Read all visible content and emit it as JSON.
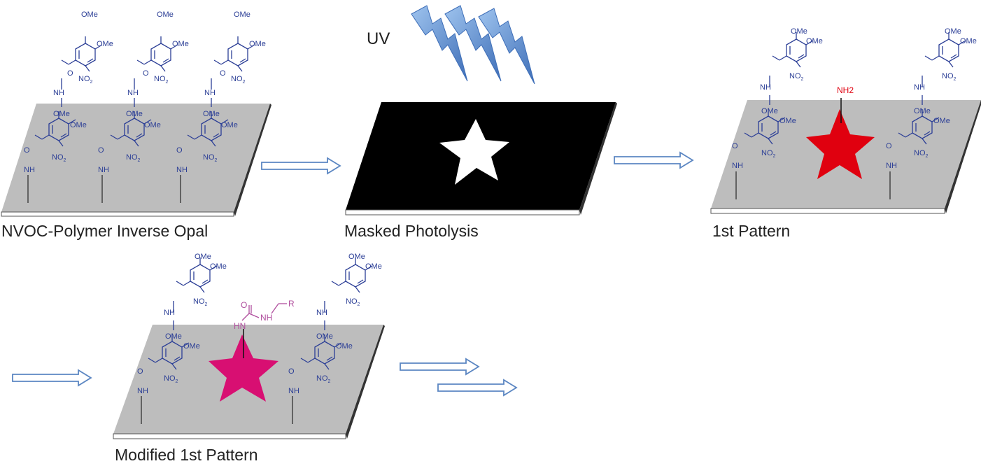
{
  "captions": {
    "panel1": "NVOC-Polymer Inverse Opal",
    "panel2": "Masked Photolysis",
    "panel3": "1st Pattern",
    "panel4": "Modified 1st Pattern"
  },
  "uv_label": "UV",
  "chem_labels": {
    "ome": "OMe",
    "nh": "NH",
    "o": "O",
    "no2_main": "NO",
    "no2_sub": "2",
    "nh2": "NH2",
    "hn": "HN",
    "r": "R"
  },
  "colors": {
    "surface": "#bdbdbd",
    "chem_blue": "#2b3e96",
    "mask": "#000000",
    "star_red": "#e0000f",
    "star_magenta": "#d80f72",
    "urea_purple": "#b04f9e",
    "arrow_outline": "#5b86c2",
    "lightning": "#5b8fd0"
  },
  "icons": {
    "arrow": "right-arrow-icon",
    "lightning": "lightning-bolt-icon",
    "star": "star-icon"
  }
}
